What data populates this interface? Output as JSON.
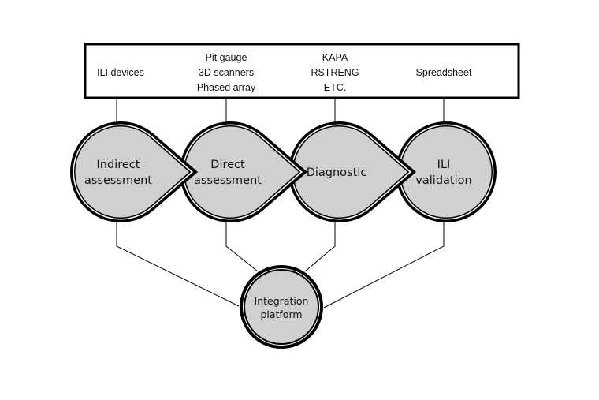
{
  "tools_box": {
    "columns": [
      {
        "lines": [
          "ILI devices"
        ]
      },
      {
        "lines": [
          "Pit gauge",
          "3D scanners",
          "Phased array"
        ]
      },
      {
        "lines": [
          "KAPA",
          "RSTRENG",
          "ETC."
        ]
      },
      {
        "lines": [
          "Spreadsheet"
        ]
      }
    ]
  },
  "stages": [
    {
      "lines": [
        "Indirect",
        "assessment"
      ]
    },
    {
      "lines": [
        "Direct",
        "assessment"
      ]
    },
    {
      "lines": [
        "Diagnostic"
      ]
    },
    {
      "lines": [
        "ILI",
        "validation"
      ]
    }
  ],
  "hub": {
    "lines": [
      "Integration",
      "platform"
    ]
  },
  "colors": {
    "fill": "#d0d0d0",
    "stroke": "#000000"
  }
}
